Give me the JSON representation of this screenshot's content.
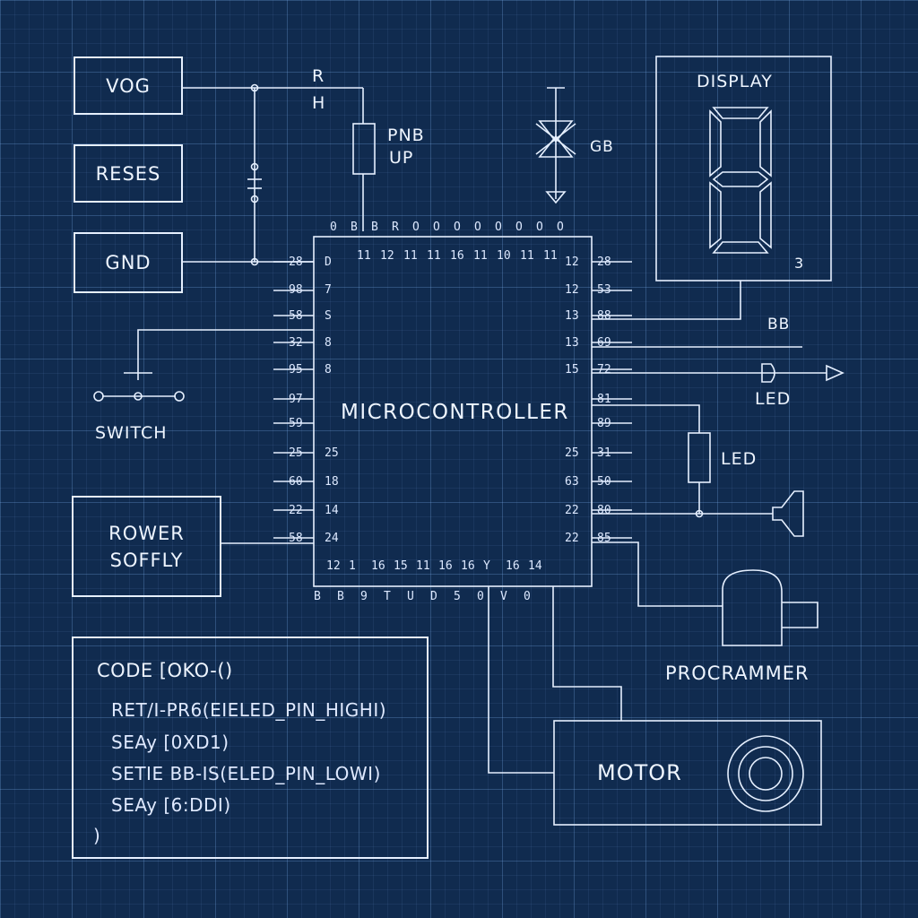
{
  "colors": {
    "background": "#102b4f",
    "line": "#e6f0ff",
    "segment": "#8fb8ef"
  },
  "inputs": {
    "vcc": "VOG",
    "reset": "RESES",
    "gnd": "GND"
  },
  "resistor": {
    "label_top": "R",
    "label_h": "H",
    "name1": "PNB",
    "name2": "UP"
  },
  "diode_top": {
    "label": "GB",
    "icon": "diode-icon"
  },
  "display": {
    "title": "DISPLAY",
    "digit_label": "3",
    "digit_shown": "8"
  },
  "microcontroller": {
    "label": "MICROCONTROLLER",
    "top_pins": [
      "11",
      "12",
      "11",
      "11",
      "16",
      "11",
      "10",
      "11",
      "11"
    ],
    "top_outer": [
      "0",
      "B",
      "B",
      "R",
      "O",
      "O",
      "O",
      "O",
      "O",
      "O",
      "O",
      "O"
    ],
    "left_inner": [
      "D",
      "7",
      "S",
      "8",
      "8"
    ],
    "left_inner2": [
      "25",
      "18",
      "14",
      "24"
    ],
    "left_outer": [
      "28",
      "98",
      "58",
      "32",
      "95",
      "97",
      "59",
      "25",
      "60",
      "22",
      "58"
    ],
    "right_inner": [
      "12",
      "12",
      "13",
      "13",
      "15"
    ],
    "right_inner2": [
      "25",
      "63",
      "22",
      "22"
    ],
    "right_outer": [
      "28",
      "53",
      "88",
      "69",
      "72",
      "81",
      "89",
      "31",
      "50",
      "80",
      "85"
    ],
    "bottom_inner": [
      "12",
      "1",
      "16",
      "15",
      "11",
      "16",
      "16",
      "Y",
      "16",
      "14"
    ],
    "bottom_outer": [
      "B",
      "B",
      "9",
      "T",
      "U",
      "D",
      "5",
      "0",
      "V",
      "0"
    ]
  },
  "switch": {
    "label": "SWITCH"
  },
  "power": {
    "line1": "ROWER",
    "line2": "SOFFLY"
  },
  "outputs": {
    "bb": "BB",
    "led1": "LED",
    "led2": "LED",
    "programmer": "PROCRAMMER",
    "motor": "MOTOR"
  },
  "code": {
    "title": "CODE [OKO-()",
    "lines": [
      "RET/I-PR6(EIELED_PIN_HIGHI)",
      "SEAy [0XD1)",
      "SETIE BB-IS(ELED_PIN_LOWI)",
      "SEAy [6:DDI)",
      ")"
    ]
  }
}
